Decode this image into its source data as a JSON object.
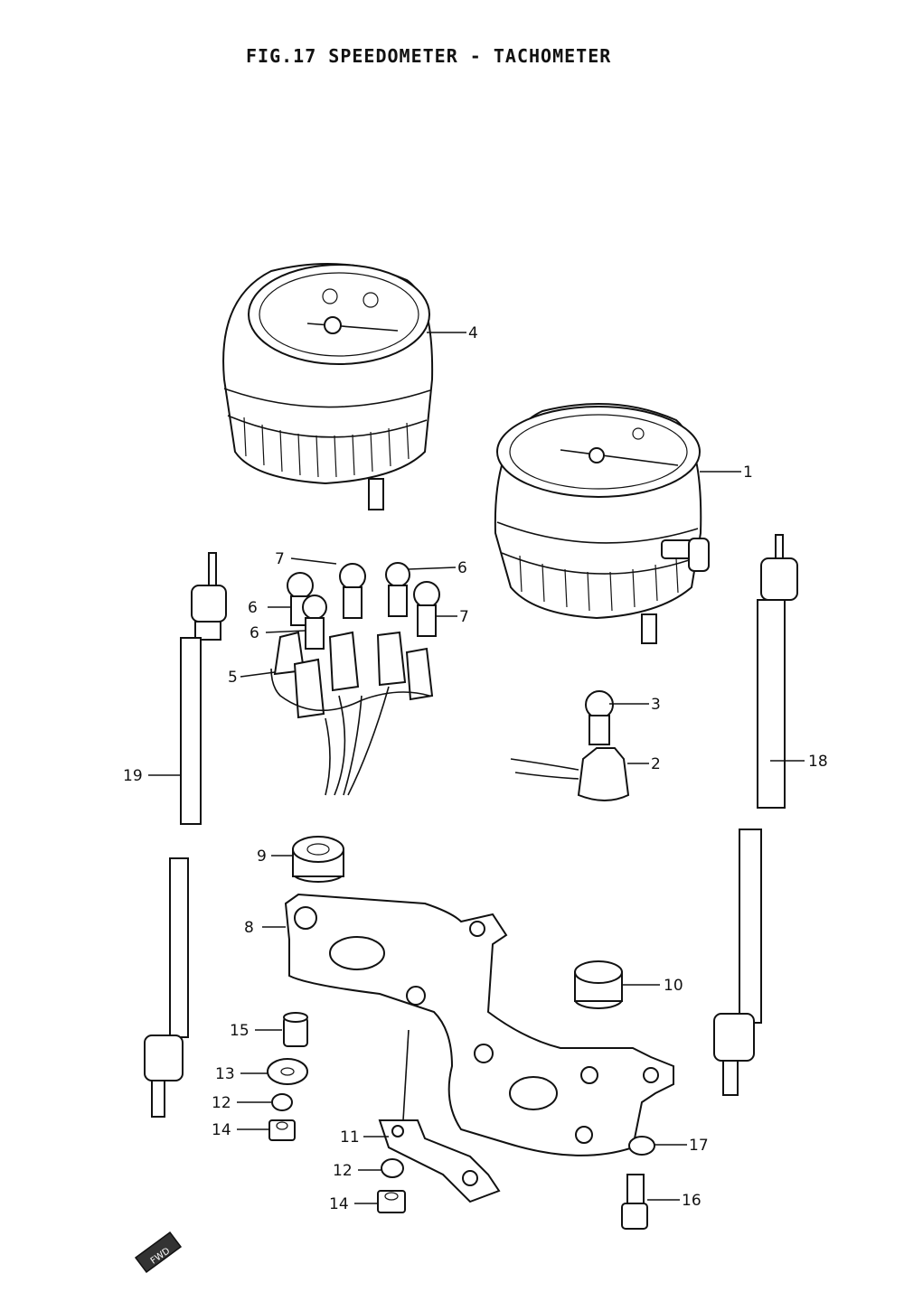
{
  "figure": {
    "title": "FIG.17  SPEEDOMETER - TACHOMETER",
    "fwd_mark": "FWD"
  },
  "callouts": [
    {
      "id": "c4",
      "label": "4"
    },
    {
      "id": "c1",
      "label": "1"
    },
    {
      "id": "c7a",
      "label": "7"
    },
    {
      "id": "c6a",
      "label": "6"
    },
    {
      "id": "c6b",
      "label": "6"
    },
    {
      "id": "c6c",
      "label": "6"
    },
    {
      "id": "c7b",
      "label": "7"
    },
    {
      "id": "c5",
      "label": "5"
    },
    {
      "id": "c3",
      "label": "3"
    },
    {
      "id": "c2",
      "label": "2"
    },
    {
      "id": "c19",
      "label": "19"
    },
    {
      "id": "c18",
      "label": "18"
    },
    {
      "id": "c9",
      "label": "9"
    },
    {
      "id": "c8",
      "label": "8"
    },
    {
      "id": "c10",
      "label": "10"
    },
    {
      "id": "c15",
      "label": "15"
    },
    {
      "id": "c13",
      "label": "13"
    },
    {
      "id": "c12a",
      "label": "12"
    },
    {
      "id": "c14a",
      "label": "14"
    },
    {
      "id": "c11",
      "label": "11"
    },
    {
      "id": "c12b",
      "label": "12"
    },
    {
      "id": "c14b",
      "label": "14"
    },
    {
      "id": "c17",
      "label": "17"
    },
    {
      "id": "c16",
      "label": "16"
    }
  ]
}
